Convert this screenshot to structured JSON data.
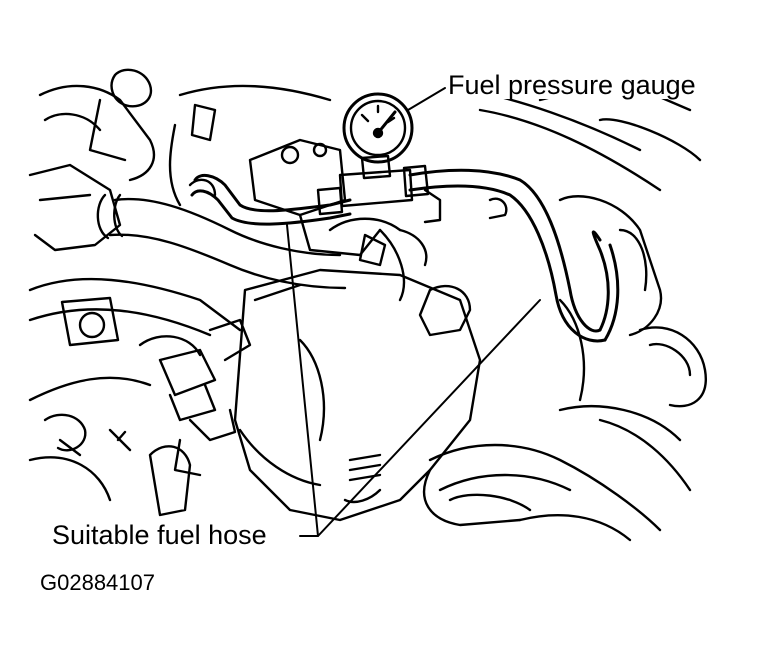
{
  "labels": {
    "fuel_pressure_gauge": "Fuel pressure gauge",
    "suitable_fuel_hose": "Suitable fuel hose"
  },
  "figure_id": "G02884107"
}
